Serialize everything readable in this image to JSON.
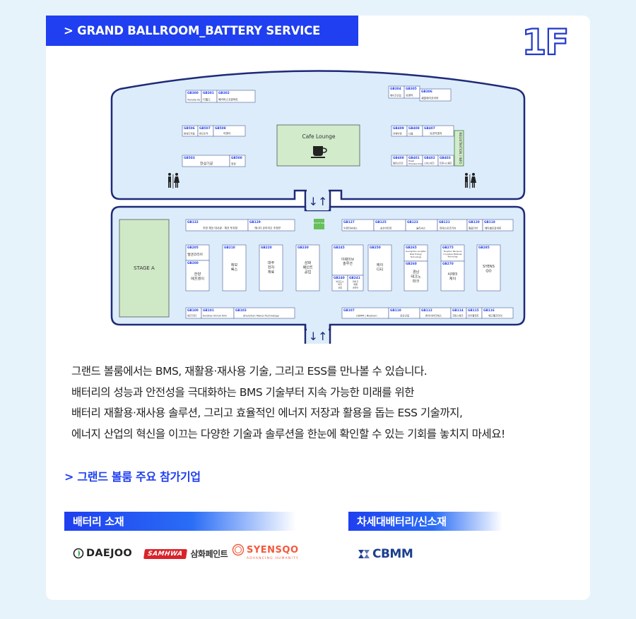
{
  "header": {
    "title": "> GRAND BALLROOM_BATTERY SERVICE",
    "floor": "1F"
  },
  "map": {
    "cafe_label": "Cafe Lounge",
    "stage_label": "STAGE A",
    "registration_label": "REGISTRATION / INFO",
    "booth_map_label": "BOOTH MAP",
    "arrows": "↓↑",
    "upper_booths": [
      {
        "code": "GB300",
        "name": "Vianode AS"
      },
      {
        "code": "GB301",
        "name": "디월드"
      },
      {
        "code": "GB302",
        "name": "베리머스코원텍트"
      },
      {
        "code": "GB304",
        "name": "베이코산업"
      },
      {
        "code": "GB305",
        "name": "유센터"
      },
      {
        "code": "GB306",
        "name": "섀필레이코리아"
      },
      {
        "code": "GB506",
        "name": "현대디지털"
      },
      {
        "code": "GB507",
        "name": "한오토직"
      },
      {
        "code": "GB508",
        "name": "이엔더"
      },
      {
        "code": "GB409",
        "name": "전에이엔"
      },
      {
        "code": "GB408",
        "name": "나올"
      },
      {
        "code": "GB407",
        "name": "유공이엔지"
      },
      {
        "code": "GB503",
        "name": "한성기공"
      },
      {
        "code": "GB500",
        "name": "와온"
      },
      {
        "code": "GB400",
        "name": "엘피소프트"
      },
      {
        "code": "GB401",
        "name": "Hawk Wireless Power"
      },
      {
        "code": "GB402",
        "name": "스위스테크"
      },
      {
        "code": "GB403",
        "name": "트윈시스템즈"
      }
    ],
    "lower_top_row": [
      {
        "code": "GB132",
        "name": "주한 체코 대사관 · 체코 투자청"
      },
      {
        "code": "GB129",
        "name": "캐나다 온타리오 주정부"
      },
      {
        "code": "GB127",
        "name": "수젠티씨에스"
      },
      {
        "code": "GB125",
        "name": "삼선이티피"
      },
      {
        "code": "GB123",
        "name": "솔라씨스"
      },
      {
        "code": "GB121",
        "name": "피에스유코리아"
      },
      {
        "code": "GB120",
        "name": "힐옵티어"
      },
      {
        "code": "GB118",
        "name": "페타벨모글세휴"
      }
    ],
    "middle_row": [
      {
        "code": "GB205",
        "name": "엘앤코리아"
      },
      {
        "code": "GB200",
        "name": "한양 에프엔이"
      },
      {
        "code": "GB210",
        "name": "레보 록스"
      },
      {
        "code": "GB220",
        "name": "대주 전자 재료"
      },
      {
        "code": "GB230",
        "name": "삼화 페인트 공업"
      },
      {
        "code": "GB245",
        "name": "이웨이브 솔루션"
      },
      {
        "code": "GB240",
        "name": "바르도시 바다 산업"
      },
      {
        "code": "GB241",
        "name": "위이크 해결 코리아"
      },
      {
        "code": "GB250",
        "name": "에이 디티"
      },
      {
        "code": "GB265",
        "name": "Guangzhou Longfian New Energy Technology"
      },
      {
        "code": "GB260",
        "name": "경남 테크노 파크"
      },
      {
        "code": "GB275",
        "name": "Tangzhou Nanopore Innovative Materials Technology"
      },
      {
        "code": "GB270",
        "name": "씨제이 케이"
      },
      {
        "code": "GB285",
        "name": "SYENS QO"
      }
    ],
    "bottom_row": [
      {
        "code": "GB100",
        "name": "테크리더"
      },
      {
        "code": "GB101",
        "name": "KunShan Xinruili Kirin"
      },
      {
        "code": "GB103",
        "name": "Shenzhen Manel Technology"
      },
      {
        "code": "GB107",
        "name": "CBMM | Niobium"
      },
      {
        "code": "GB110",
        "name": "강산산업"
      },
      {
        "code": "GB112",
        "name": "한국아이티에스"
      },
      {
        "code": "GB114",
        "name": "코튼스웨크"
      },
      {
        "code": "GB115",
        "name": "유우힐렉트"
      },
      {
        "code": "GB116",
        "name": "에고웰코리아"
      }
    ]
  },
  "description": [
    "그랜드 볼룸에서는 BMS, 재활용·재사용 기술, 그리고 ESS를 만나볼 수 있습니다.",
    "배터리의 성능과 안전성을 극대화하는 BMS 기술부터 지속 가능한 미래를 위한",
    "배터리 재활용·재사용 솔루션, 그리고 효율적인 에너지 저장과 활용을 돕는 ESS 기술까지,",
    "에너지 산업의 혁신을 이끄는 다양한 기술과 솔루션을 한눈에 확인할 수 있는 기회를 놓치지 마세요!"
  ],
  "sub_heading": "> 그랜드 볼룸 주요 참가기업",
  "categories": {
    "left": "배터리 소재",
    "right": "차세대배터리/신소재"
  },
  "logos": {
    "daejoo": "DAEJOO",
    "samhwa_badge": "SAMHWA",
    "samhwa_text": "삼화페인트",
    "syensqo_main": "SYENSQO",
    "syensqo_sub": "ADVANCING HUMANITY",
    "cbmm": "CBMM"
  },
  "colors": {
    "accent": "#1f3ff0",
    "floor_fill": "#dcecfa",
    "floor_stroke": "#1e2a78",
    "cafe": "#d2ebcb",
    "stage": "#cfe8c6"
  }
}
